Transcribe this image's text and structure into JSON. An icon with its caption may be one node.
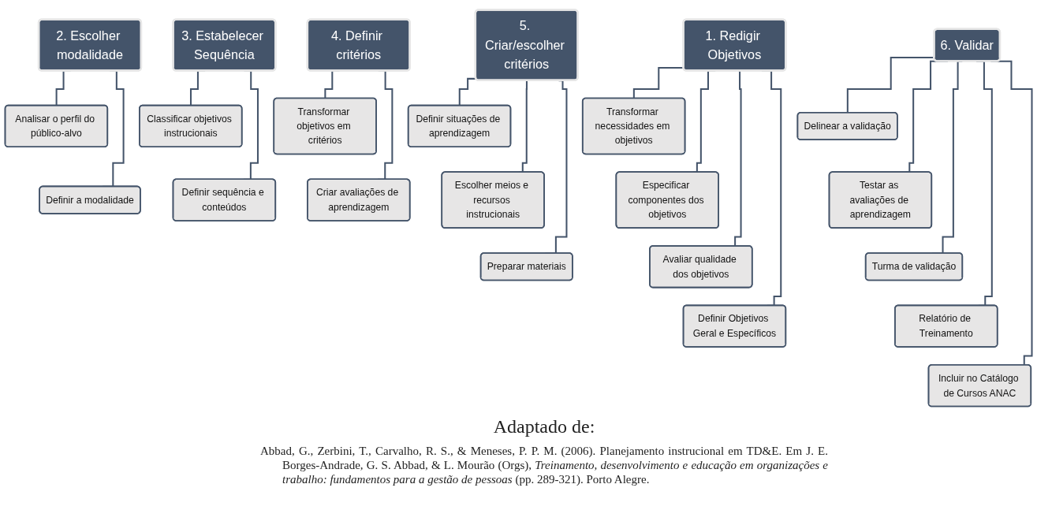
{
  "diagram": {
    "nodes": [
      {
        "text": [
          "1. Redigir Objetivos"
        ]
      },
      {
        "text": [
          "Transformar necessidades em objetivos"
        ]
      },
      {
        "text": [
          "Especificar componentes dos objetivos"
        ]
      },
      {
        "text": [
          "Avaliar qualidade dos objetivos"
        ]
      },
      {
        "text": [
          "Definir Objetivos Geral e Específicos"
        ]
      },
      {
        "text": [
          "2. Escolher modalidade"
        ]
      },
      {
        "text": [
          "Analisar o perfil do público-alvo"
        ]
      },
      {
        "text": [
          "Definir a modalidade"
        ]
      },
      {
        "text": [
          "3. Estabelecer Sequência"
        ]
      },
      {
        "text": [
          "Classificar objetivos instrucionais"
        ]
      },
      {
        "text": [
          "Definir sequência e conteúdos"
        ]
      },
      {
        "text": [
          "4. Definir critérios"
        ]
      },
      {
        "text": [
          "Transformar objetivos em critérios"
        ]
      },
      {
        "text": [
          "Criar avaliações de aprendizagem"
        ]
      },
      {
        "text": [
          "5. Criar/escolher critérios"
        ]
      },
      {
        "text": [
          "Definir situações de aprendizagem"
        ]
      },
      {
        "text": [
          "Escolher meios e recursos instrucionais"
        ]
      },
      {
        "text": [
          "Preparar materiais"
        ]
      },
      {
        "text": [
          "6. Validar"
        ]
      },
      {
        "text": [
          "Delinear a validação"
        ]
      },
      {
        "text": [
          "Testar as avaliações de aprendizagem"
        ]
      },
      {
        "text": [
          "Turma de validação"
        ]
      },
      {
        "text": [
          "Relatório de Treinamento"
        ]
      },
      {
        "text": [
          "Incluir no Catálogo de Cursos ANAC"
        ]
      }
    ],
    "edges": [
      {
        "from": 0,
        "to": 1,
        "arrow": "none"
      },
      {
        "from": 0,
        "to": 2,
        "arrow": "none"
      },
      {
        "from": 0,
        "to": 3,
        "arrow": "none"
      },
      {
        "from": 0,
        "to": 4,
        "arrow": "none"
      },
      {
        "from": 5,
        "to": 6,
        "arrow": "none"
      },
      {
        "from": 5,
        "to": 7,
        "arrow": "none"
      },
      {
        "from": 8,
        "to": 9,
        "arrow": "none"
      },
      {
        "from": 8,
        "to": 10,
        "arrow": "none"
      },
      {
        "from": 11,
        "to": 12,
        "arrow": "none"
      },
      {
        "from": 11,
        "to": 13,
        "arrow": "none"
      },
      {
        "from": 14,
        "to": 15,
        "arrow": "none"
      },
      {
        "from": 14,
        "to": 16,
        "arrow": "none"
      },
      {
        "from": 14,
        "to": 17,
        "arrow": "none"
      },
      {
        "from": 18,
        "to": 19,
        "arrow": "none"
      },
      {
        "from": 18,
        "to": 20,
        "arrow": "none"
      },
      {
        "from": 18,
        "to": 21,
        "arrow": "none"
      },
      {
        "from": 18,
        "to": 22,
        "arrow": "none"
      },
      {
        "from": 18,
        "to": 23,
        "arrow": "none"
      }
    ],
    "labels": [
      "Adaptado de:",
      "Abbad, G., Zerbini, T., Carvalho, R. S., & Meneses, P. P. M. (2006). Planejamento instrucional em TD&E. Em J. E. Borges-Andrade, G. S. Abbad, & L. Mourão (Orgs), *Treinamento, desenvolvimento e educação em organizações e trabalho: fundamentos para a gestão de pessoas* (pp. 289-321). Porto Alegre."
    ]
  }
}
